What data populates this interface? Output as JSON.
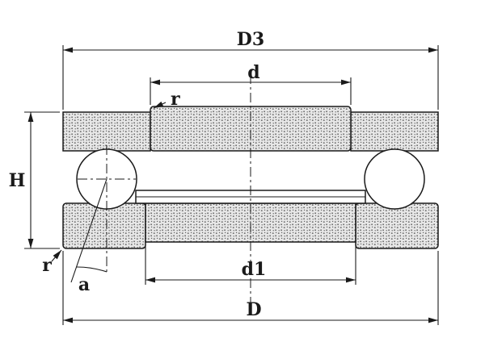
{
  "drawing": {
    "labels": {
      "d3": "D3",
      "d": "d",
      "r_top": "r",
      "h": "H",
      "r_bottom": "r",
      "a": "a",
      "d1": "d1",
      "d_outer": "D"
    },
    "colors": {
      "line": "#1a1a1a",
      "background": "#ffffff",
      "section_fill": "#e7e7e7",
      "section_dot": "#5f5f5f"
    }
  }
}
